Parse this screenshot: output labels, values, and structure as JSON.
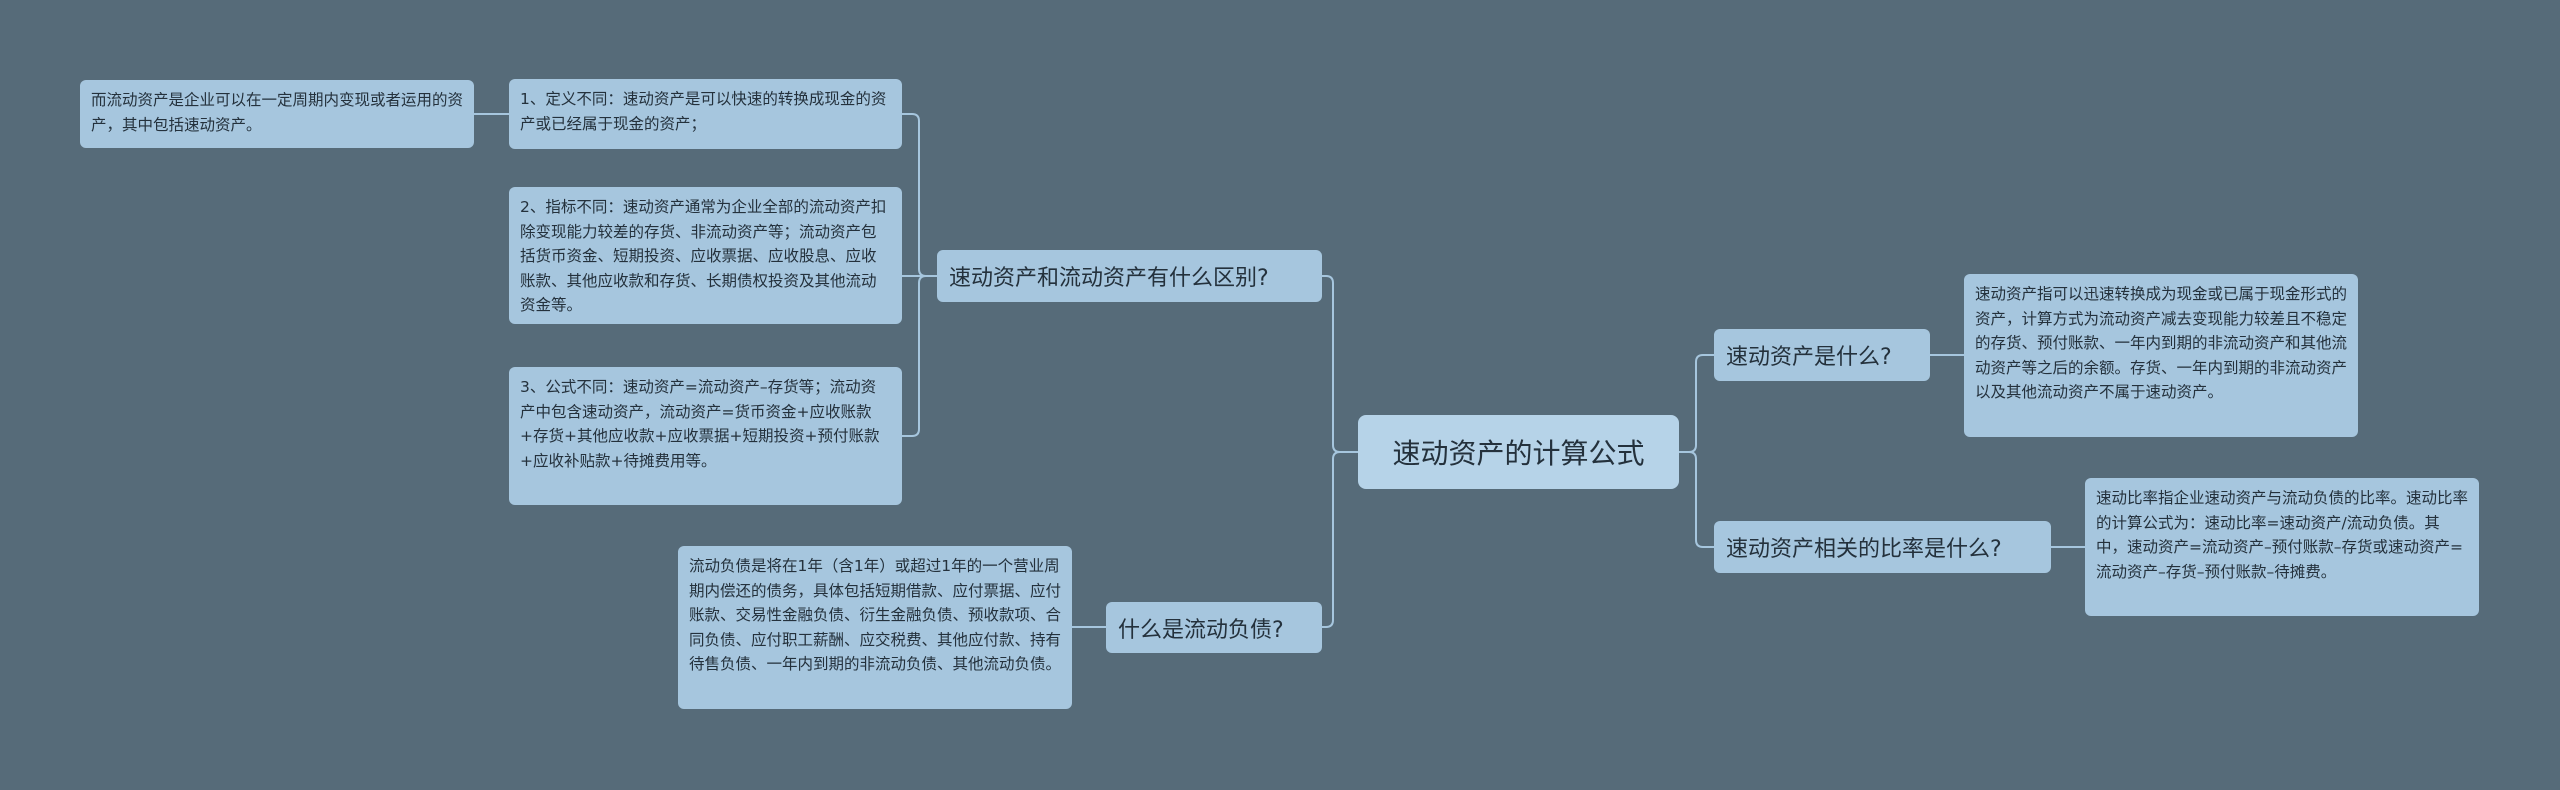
{
  "root": {
    "title": "速动资产的计算公式"
  },
  "branches": {
    "difference": {
      "label": "速动资产和流动资产有什么区别?",
      "items": [
        "1、定义不同：速动资产是可以快速的转换成现金的资产或已经属于现金的资产；",
        "2、指标不同：速动资产通常为企业全部的流动资产扣除变现能力较差的存货、非流动资产等；流动资产包括货币资金、短期投资、应收票据、应收股息、应收账款、其他应收款和存货、长期债权投资及其他流动资金等。",
        "3、公式不同：速动资产=流动资产–存货等；流动资产中包含速动资产，流动资产=货币资金+应收账款+存货+其他应收款+应收票据+短期投资+预付账款+应收补贴款+待摊费用等。"
      ],
      "detail": "而流动资产是企业可以在一定周期内变现或者运用的资产，其中包括速动资产。"
    },
    "liability": {
      "label": "什么是流动负债?",
      "text": "流动负债是将在1年（含1年）或超过1年的一个营业周期内偿还的债务，具体包括短期借款、应付票据、应付账款、交易性金融负债、衍生金融负债、预收款项、合同负债、应付职工薪酬、应交税费、其他应付款、持有待售负债、一年内到期的非流动负债、其他流动负债。"
    },
    "what": {
      "label": "速动资产是什么?",
      "text": "速动资产指可以迅速转换成为现金或已属于现金形式的资产，计算方式为流动资产减去变现能力较差且不稳定的存货、预付账款、一年内到期的非流动资产和其他流动资产等之后的余额。存货、一年内到期的非流动资产以及其他流动资产不属于速动资产。"
    },
    "ratio": {
      "label": "速动资产相关的比率是什么?",
      "text": "速动比率指企业速动资产与流动负债的比率。速动比率的计算公式为：速动比率=速动资产/流动负债。其中，速动资产=流动资产–预付账款–存货或速动资产=流动资产–存货–预付账款–待摊费。"
    }
  },
  "colors": {
    "background": "#566b79",
    "node": "#a6c6de",
    "root": "#b6d3e8",
    "line": "#a6c6de",
    "text": "#24313c"
  }
}
